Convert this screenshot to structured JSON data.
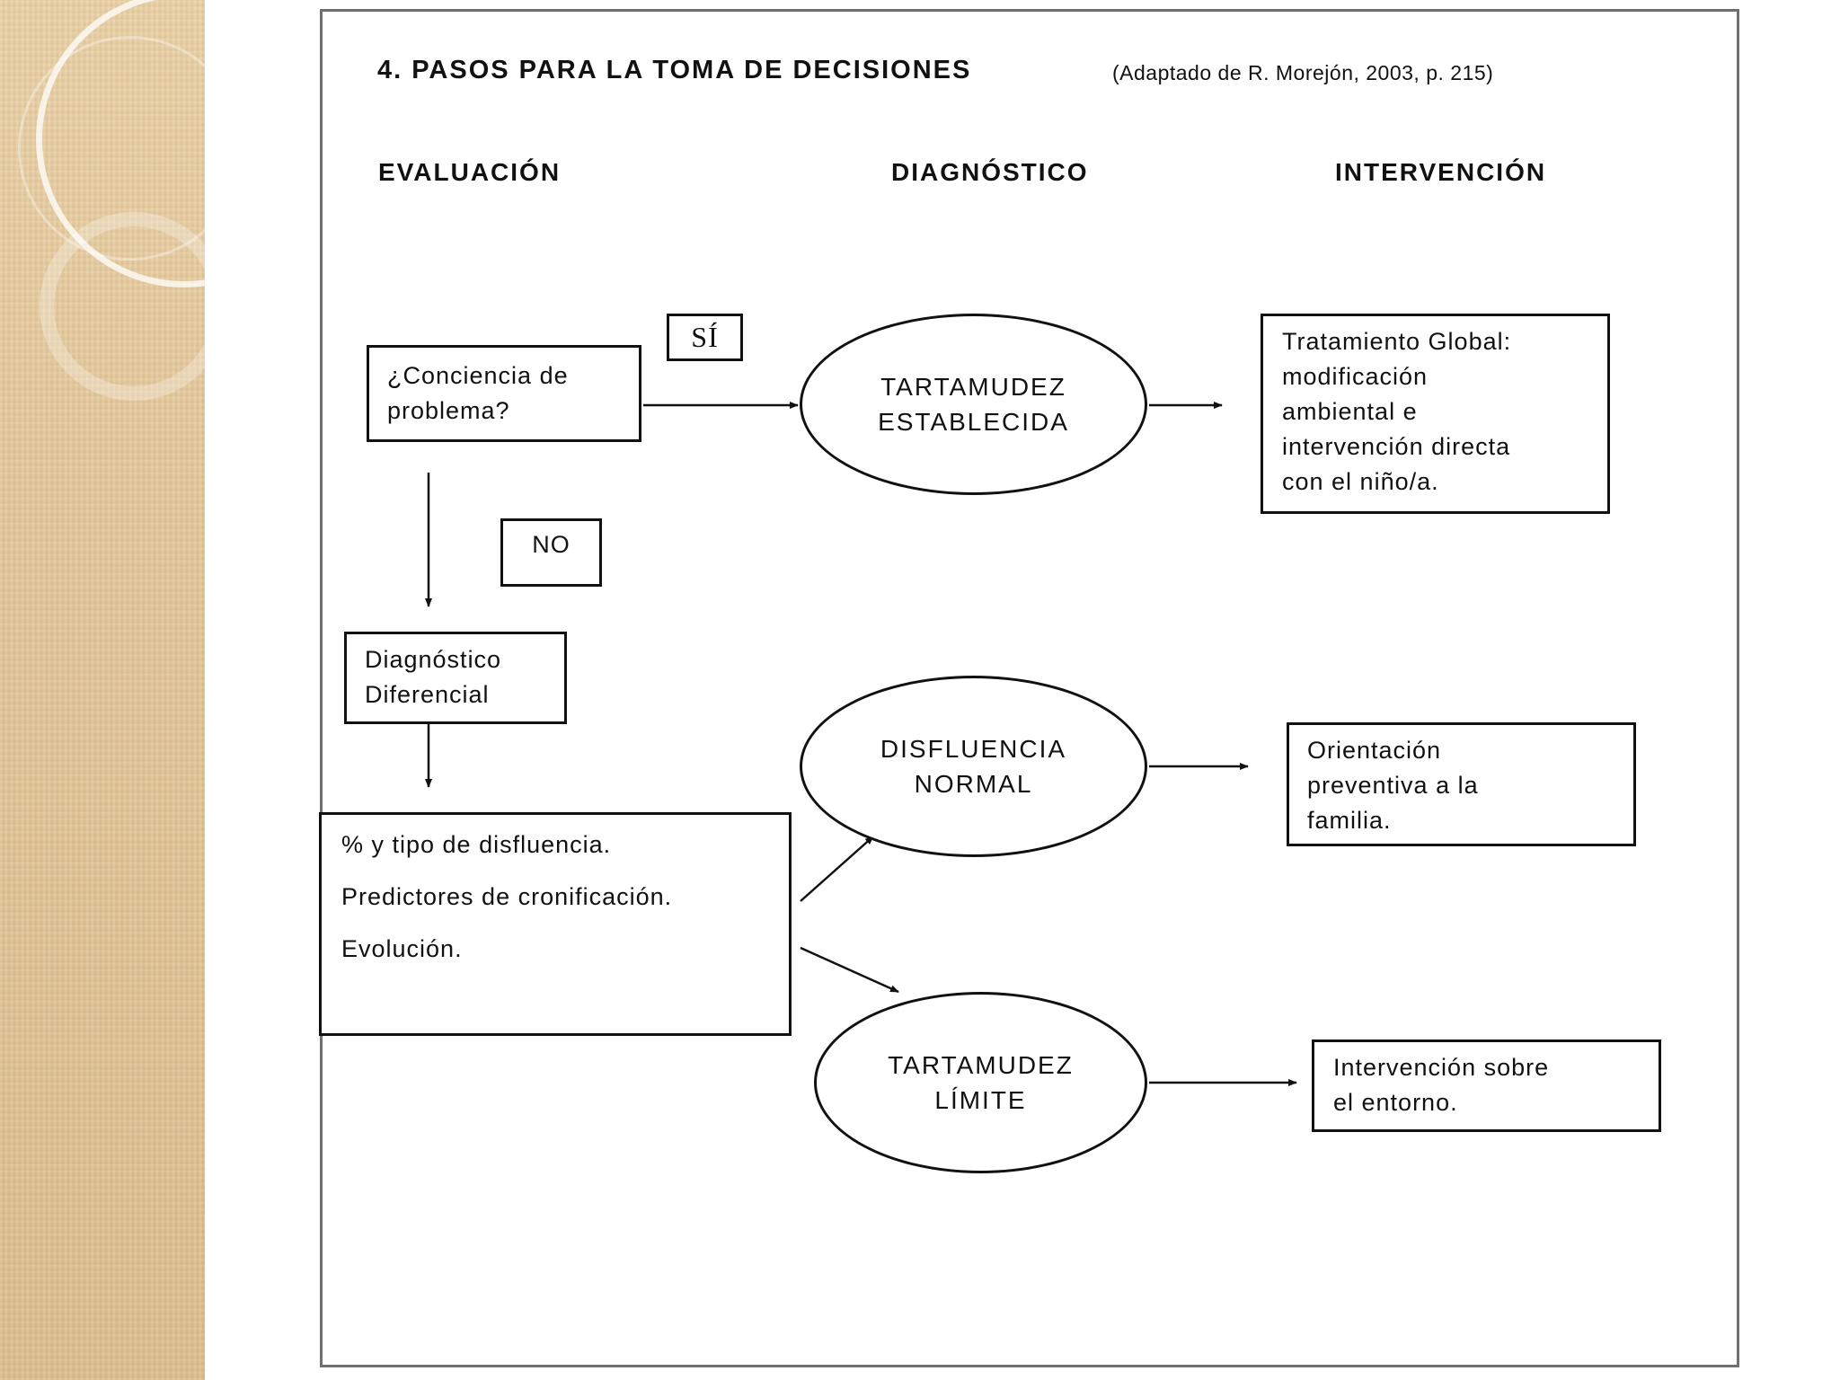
{
  "title": "4.  PASOS PARA LA TOMA DE DECISIONES",
  "source": "(Adaptado de R. Morejón, 2003, p. 215)",
  "columns": {
    "evaluacion": "EVALUACIÓN",
    "diagnostico": "DIAGNÓSTICO",
    "intervencion": "INTERVENCIÓN"
  },
  "nodes": {
    "conciencia": [
      "¿Conciencia de",
      "problema?"
    ],
    "si": "SÍ",
    "no": "NO",
    "diagnostico_diferencial": [
      "Diagnóstico",
      "Diferencial"
    ],
    "criterios": [
      "% y tipo de disfluencia.",
      "Predictores de cronificación.",
      "Evolución."
    ],
    "tartamudez_establecida": [
      "TARTAMUDEZ",
      "ESTABLECIDA"
    ],
    "disfluencia_normal": [
      "DISFLUENCIA",
      "NORMAL"
    ],
    "tartamudez_limite": [
      "TARTAMUDEZ",
      "LÍMITE"
    ],
    "tratamiento_global": [
      "Tratamiento Global:",
      "modificación",
      "ambiental e",
      "intervención directa",
      "con el niño/a."
    ],
    "orientacion": [
      "Orientación",
      "preventiva a la",
      "familia."
    ],
    "intervencion_entorno": [
      "Intervención sobre",
      "el entorno."
    ]
  },
  "colors": {
    "line": "#111111",
    "panel_border": "#6f6f6f",
    "deco_strip": "#e3c596"
  }
}
